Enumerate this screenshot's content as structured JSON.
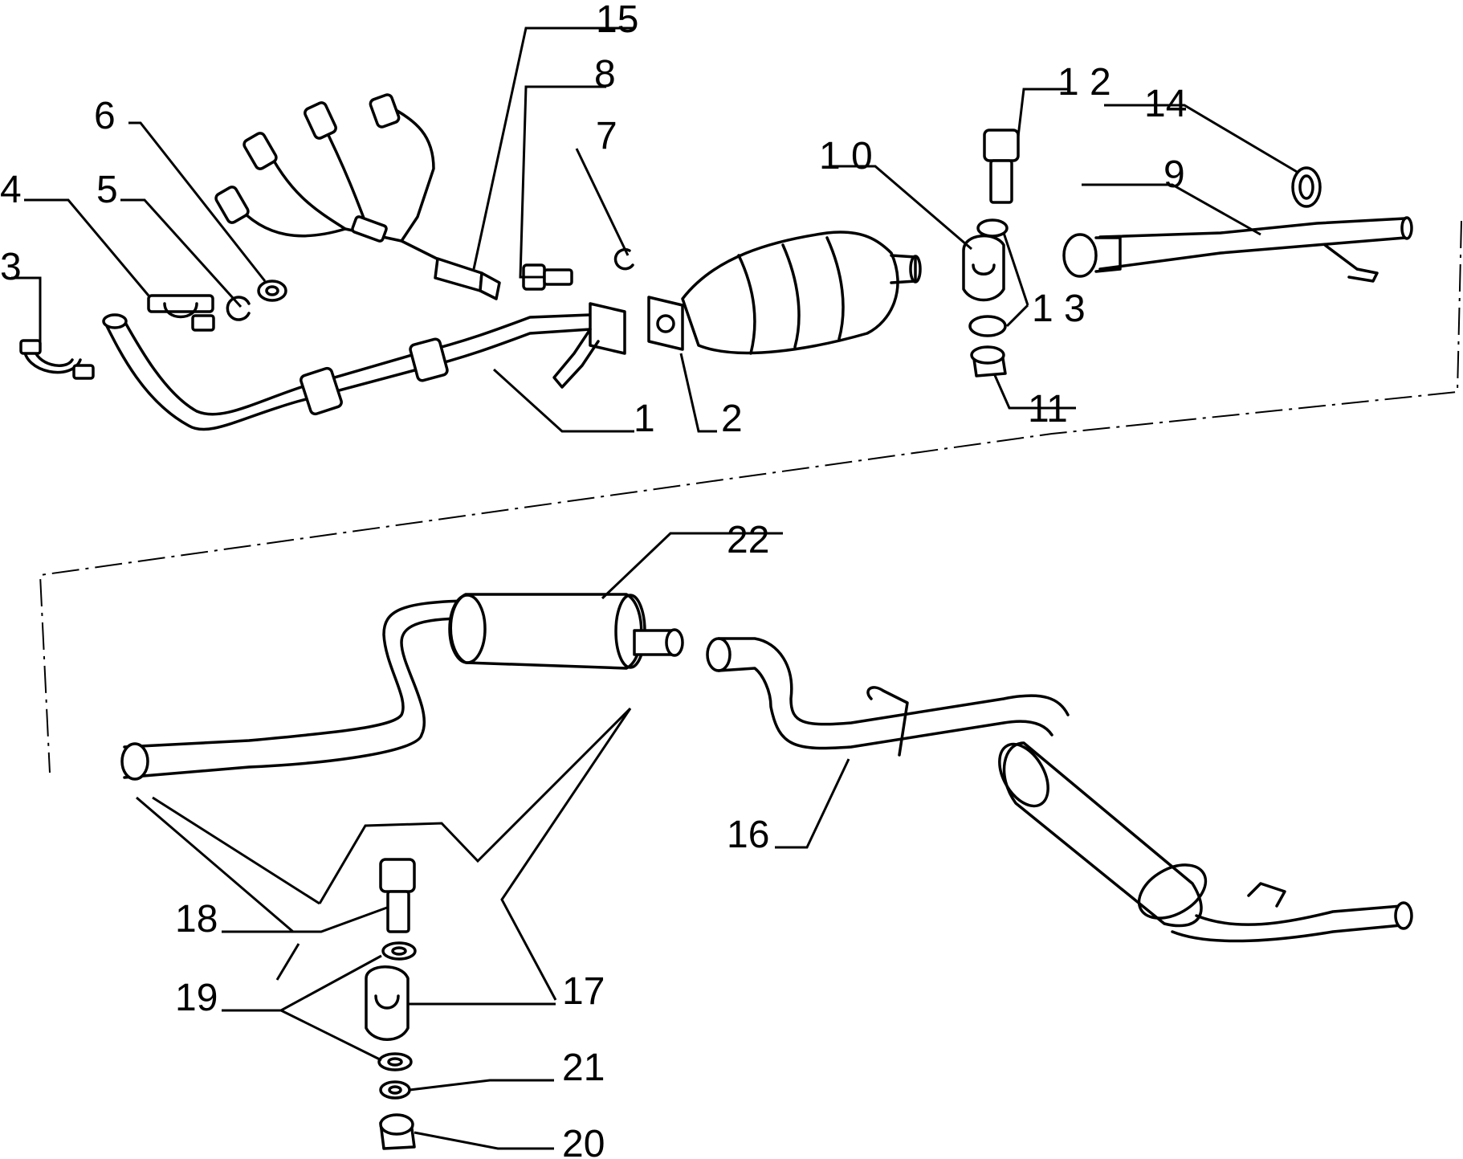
{
  "diagram": {
    "colors": {
      "line": "#000000",
      "background": "#ffffff"
    },
    "callouts": [
      {
        "id": "c1",
        "text": "1"
      },
      {
        "id": "c2",
        "text": "2"
      },
      {
        "id": "c3",
        "text": "3"
      },
      {
        "id": "c4",
        "text": "4"
      },
      {
        "id": "c5",
        "text": "5"
      },
      {
        "id": "c6",
        "text": "6"
      },
      {
        "id": "c7",
        "text": "7"
      },
      {
        "id": "c8",
        "text": "8"
      },
      {
        "id": "c9",
        "text": "9"
      },
      {
        "id": "c10",
        "text": "1 0"
      },
      {
        "id": "c11",
        "text": "11"
      },
      {
        "id": "c12",
        "text": "1 2"
      },
      {
        "id": "c13",
        "text": "1 3"
      },
      {
        "id": "c14",
        "text": "14"
      },
      {
        "id": "c15",
        "text": "15"
      },
      {
        "id": "c16",
        "text": "16"
      },
      {
        "id": "c17",
        "text": "17"
      },
      {
        "id": "c18",
        "text": "18"
      },
      {
        "id": "c19",
        "text": "19"
      },
      {
        "id": "c20",
        "text": "20"
      },
      {
        "id": "c21",
        "text": "21"
      },
      {
        "id": "c22",
        "text": "22"
      }
    ]
  }
}
